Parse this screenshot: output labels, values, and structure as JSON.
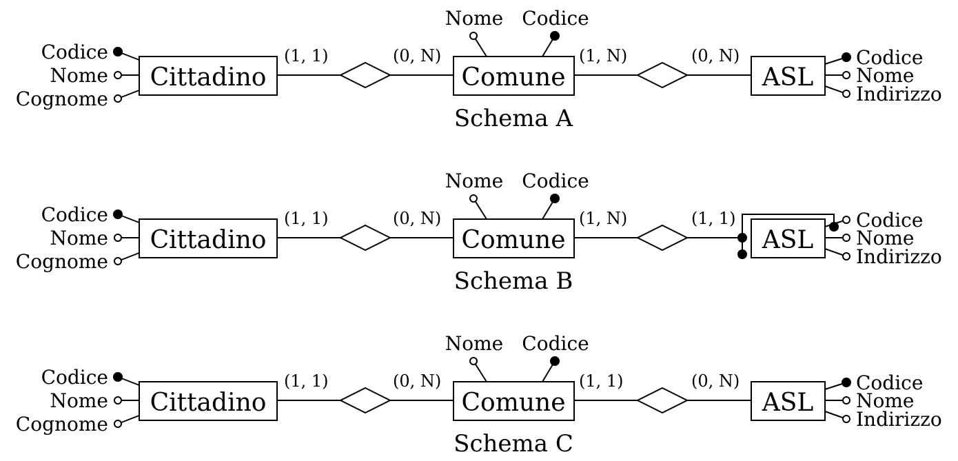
{
  "schemas": [
    {
      "title": "Schema A",
      "entities": {
        "cittadino": "Cittadino",
        "comune": "Comune",
        "asl": "ASL"
      },
      "cittadino_attrs": [
        {
          "label": "Codice",
          "key": true
        },
        {
          "label": "Nome",
          "key": false
        },
        {
          "label": "Cognome",
          "key": false
        }
      ],
      "comune_attrs": [
        {
          "label": "Nome",
          "key": false
        },
        {
          "label": "Codice",
          "key": true
        }
      ],
      "asl_attrs": [
        {
          "label": "Codice",
          "key": true
        },
        {
          "label": "Nome",
          "key": false
        },
        {
          "label": "Indirizzo",
          "key": false
        }
      ],
      "cardinalities": {
        "cittadino_r1": "(1, 1)",
        "comune_r1": "(0, N)",
        "comune_r2": "(1, N)",
        "asl_r2": "(0, N)"
      },
      "asl_weak": false
    },
    {
      "title": "Schema B",
      "entities": {
        "cittadino": "Cittadino",
        "comune": "Comune",
        "asl": "ASL"
      },
      "cittadino_attrs": [
        {
          "label": "Codice",
          "key": true
        },
        {
          "label": "Nome",
          "key": false
        },
        {
          "label": "Cognome",
          "key": false
        }
      ],
      "comune_attrs": [
        {
          "label": "Nome",
          "key": false
        },
        {
          "label": "Codice",
          "key": true
        }
      ],
      "asl_attrs": [
        {
          "label": "Codice",
          "key": false
        },
        {
          "label": "Nome",
          "key": false
        },
        {
          "label": "Indirizzo",
          "key": false
        }
      ],
      "cardinalities": {
        "cittadino_r1": "(1, 1)",
        "comune_r1": "(0, N)",
        "comune_r2": "(1, N)",
        "asl_r2": "(1, 1)"
      },
      "asl_weak": true
    },
    {
      "title": "Schema C",
      "entities": {
        "cittadino": "Cittadino",
        "comune": "Comune",
        "asl": "ASL"
      },
      "cittadino_attrs": [
        {
          "label": "Codice",
          "key": true
        },
        {
          "label": "Nome",
          "key": false
        },
        {
          "label": "Cognome",
          "key": false
        }
      ],
      "comune_attrs": [
        {
          "label": "Nome",
          "key": false
        },
        {
          "label": "Codice",
          "key": true
        }
      ],
      "asl_attrs": [
        {
          "label": "Codice",
          "key": true
        },
        {
          "label": "Nome",
          "key": false
        },
        {
          "label": "Indirizzo",
          "key": false
        }
      ],
      "cardinalities": {
        "cittadino_r1": "(1, 1)",
        "comune_r1": "(0, N)",
        "comune_r2": "(1, 1)",
        "asl_r2": "(0, N)"
      },
      "asl_weak": false
    }
  ]
}
